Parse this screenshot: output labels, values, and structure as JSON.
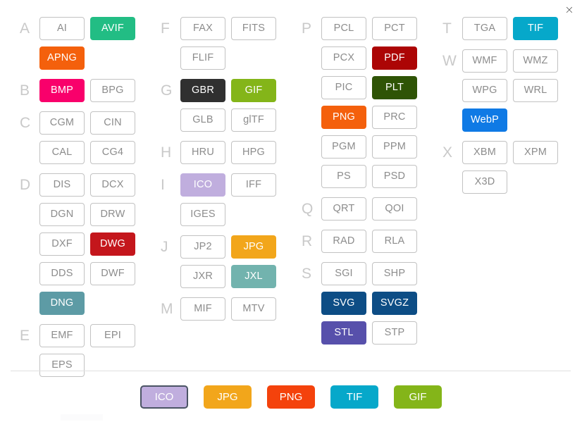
{
  "window": {
    "close_label": "×",
    "close_icon": "close-icon"
  },
  "colors": {
    "default_border": "#c2c2c2",
    "default_text": "#8c8c8c",
    "group_letter": "#c9c9c9",
    "divider": "#e0e0e0",
    "selected_outline": "#4a5464"
  },
  "columns": [
    {
      "name": "column-1",
      "groups": [
        {
          "letter": "A",
          "items": [
            {
              "label": "AI",
              "color": null
            },
            {
              "label": "AVIF",
              "color": "#22bd84"
            },
            {
              "label": "APNG",
              "color": "#f4600c"
            }
          ]
        },
        {
          "letter": "B",
          "items": [
            {
              "label": "BMP",
              "color": "#f9006b"
            },
            {
              "label": "BPG",
              "color": null
            }
          ]
        },
        {
          "letter": "C",
          "items": [
            {
              "label": "CGM",
              "color": null
            },
            {
              "label": "CIN",
              "color": null
            },
            {
              "label": "CAL",
              "color": null
            },
            {
              "label": "CG4",
              "color": null
            }
          ]
        },
        {
          "letter": "D",
          "items": [
            {
              "label": "DIS",
              "color": null
            },
            {
              "label": "DCX",
              "color": null
            },
            {
              "label": "DGN",
              "color": null
            },
            {
              "label": "DRW",
              "color": null
            },
            {
              "label": "DXF",
              "color": null
            },
            {
              "label": "DWG",
              "color": "#c4161c"
            },
            {
              "label": "DDS",
              "color": null
            },
            {
              "label": "DWF",
              "color": null
            },
            {
              "label": "DNG",
              "color": "#5d9ba5"
            }
          ]
        },
        {
          "letter": "E",
          "items": [
            {
              "label": "EMF",
              "color": null
            },
            {
              "label": "EPI",
              "color": null
            },
            {
              "label": "EPS",
              "color": null
            }
          ]
        }
      ]
    },
    {
      "name": "column-2",
      "groups": [
        {
          "letter": "F",
          "items": [
            {
              "label": "FAX",
              "color": null
            },
            {
              "label": "FITS",
              "color": null
            },
            {
              "label": "FLIF",
              "color": null
            }
          ]
        },
        {
          "letter": "G",
          "items": [
            {
              "label": "GBR",
              "color": "#303030"
            },
            {
              "label": "GIF",
              "color": "#84b519"
            },
            {
              "label": "GLB",
              "color": null
            },
            {
              "label": "glTF",
              "color": null
            }
          ]
        },
        {
          "letter": "H",
          "items": [
            {
              "label": "HRU",
              "color": null
            },
            {
              "label": "HPG",
              "color": null
            }
          ]
        },
        {
          "letter": "I",
          "items": [
            {
              "label": "ICO",
              "color": "#c0aede"
            },
            {
              "label": "IFF",
              "color": null
            },
            {
              "label": "IGES",
              "color": null
            }
          ]
        },
        {
          "letter": "J",
          "items": [
            {
              "label": "JP2",
              "color": null
            },
            {
              "label": "JPG",
              "color": "#f2a61b"
            },
            {
              "label": "JXR",
              "color": null
            },
            {
              "label": "JXL",
              "color": "#72b3ae"
            }
          ]
        },
        {
          "letter": "M",
          "items": [
            {
              "label": "MIF",
              "color": null
            },
            {
              "label": "MTV",
              "color": null
            }
          ]
        }
      ]
    },
    {
      "name": "column-3",
      "groups": [
        {
          "letter": "P",
          "items": [
            {
              "label": "PCL",
              "color": null
            },
            {
              "label": "PCT",
              "color": null
            },
            {
              "label": "PCX",
              "color": null
            },
            {
              "label": "PDF",
              "color": "#ac0505"
            },
            {
              "label": "PIC",
              "color": null
            },
            {
              "label": "PLT",
              "color": "#2f5406"
            },
            {
              "label": "PNG",
              "color": "#f4600c"
            },
            {
              "label": "PRC",
              "color": null
            },
            {
              "label": "PGM",
              "color": null
            },
            {
              "label": "PPM",
              "color": null
            },
            {
              "label": "PS",
              "color": null
            },
            {
              "label": "PSD",
              "color": null
            }
          ]
        },
        {
          "letter": "Q",
          "items": [
            {
              "label": "QRT",
              "color": null
            },
            {
              "label": "QOI",
              "color": null
            }
          ]
        },
        {
          "letter": "R",
          "items": [
            {
              "label": "RAD",
              "color": null
            },
            {
              "label": "RLA",
              "color": null
            }
          ]
        },
        {
          "letter": "S",
          "items": [
            {
              "label": "SGI",
              "color": null
            },
            {
              "label": "SHP",
              "color": null
            },
            {
              "label": "SVG",
              "color": "#0d4d85"
            },
            {
              "label": "SVGZ",
              "color": "#0d4d85"
            },
            {
              "label": "STL",
              "color": "#5750ab"
            },
            {
              "label": "STP",
              "color": null
            }
          ]
        }
      ]
    },
    {
      "name": "column-4",
      "groups": [
        {
          "letter": "T",
          "items": [
            {
              "label": "TGA",
              "color": null
            },
            {
              "label": "TIF",
              "color": "#06a8ca"
            }
          ]
        },
        {
          "letter": "W",
          "items": [
            {
              "label": "WMF",
              "color": null
            },
            {
              "label": "WMZ",
              "color": null
            },
            {
              "label": "WPG",
              "color": null
            },
            {
              "label": "WRL",
              "color": null
            },
            {
              "label": "WebP",
              "color": "#0f7ae5"
            }
          ]
        },
        {
          "letter": "X",
          "items": [
            {
              "label": "XBM",
              "color": null
            },
            {
              "label": "XPM",
              "color": null
            },
            {
              "label": "X3D",
              "color": null
            }
          ]
        }
      ]
    }
  ],
  "quick_chips": [
    {
      "label": "ICO",
      "color": "#c0aede",
      "selected": true
    },
    {
      "label": "JPG",
      "color": "#f2a61b",
      "selected": false
    },
    {
      "label": "PNG",
      "color": "#f4420c",
      "selected": false
    },
    {
      "label": "TIF",
      "color": "#06a8ca",
      "selected": false
    },
    {
      "label": "GIF",
      "color": "#84b519",
      "selected": false
    }
  ]
}
